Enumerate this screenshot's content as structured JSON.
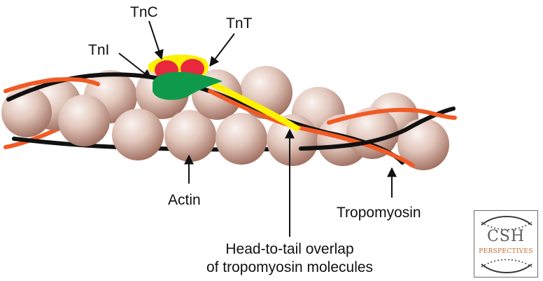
{
  "labels": {
    "tnc": "TnC",
    "tnt": "TnT",
    "tni": "TnI",
    "actin": "Actin",
    "tropomyosin": "Tropomyosin",
    "overlap_line1": "Head-to-tail overlap",
    "overlap_line2": "of tropomyosin molecules"
  },
  "logo": {
    "line1": "CSH",
    "line2": "PERSPECTIVES"
  },
  "colors": {
    "actin_light": "#f6ebe6",
    "actin_dark": "#9c6a5b",
    "tropomyosin_black": "#111111",
    "tropomyosin_orange": "#f15a24",
    "tnc_yellow": "#fff200",
    "tnc_red": "#e8283c",
    "tni_green": "#0e9a4a",
    "arrow": "#111111",
    "logo_border": "#6b6b6b",
    "logo_accent": "#c96a2a"
  }
}
